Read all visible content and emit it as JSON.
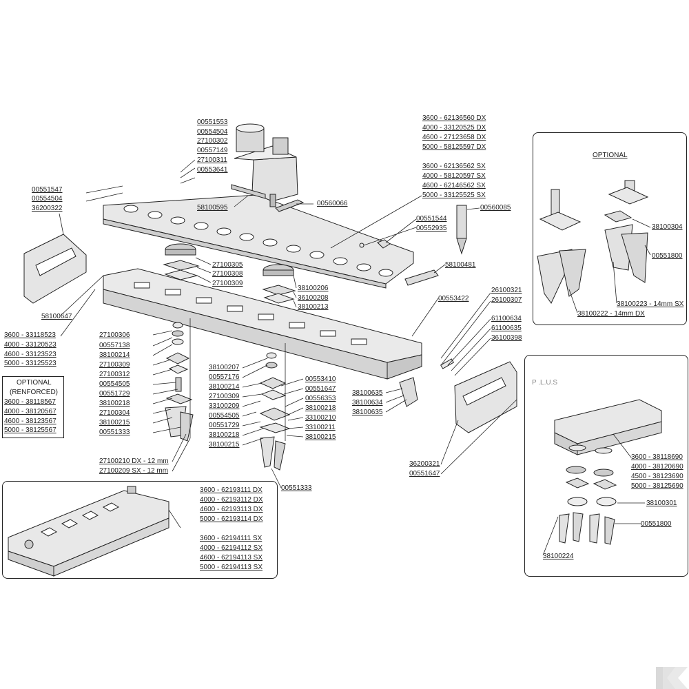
{
  "labels": {
    "l00551553": "00551553",
    "l00554504a": "00554504",
    "l27100302": "27100302",
    "l00557149": "00557149",
    "l27100311": "27100311",
    "l00553641": "00553641",
    "l00551547": "00551547",
    "l00554504b": "00554504",
    "l36200322": "36200322",
    "l58100595": "58100595",
    "l00560066": "00560066",
    "l00560085": "00560085",
    "l00551544": "00551544",
    "l00552935": "00552935",
    "l58100481": "58100481",
    "l27100305": "27100305",
    "l27100308": "27100308",
    "l27100309a": "27100309",
    "l38100206": "38100206",
    "l36100208": "36100208",
    "l38100213": "38100213",
    "l58100647": "58100647",
    "l00553422": "00553422",
    "l26100321": "26100321",
    "l26100307": "26100307",
    "l61100634": "61100634",
    "l61100635": "61100635",
    "l36100398": "36100398",
    "l27100306": "27100306",
    "l00557138": "00557138",
    "l38100214a": "38100214",
    "l27100309b": "27100309",
    "l27100312": "27100312",
    "l00554505a": "00554505",
    "l00551729a": "00551729",
    "l38100218a": "38100218",
    "l27100304": "27100304",
    "l38100215a": "38100215",
    "l00551333a": "00551333",
    "l38100207": "38100207",
    "l00557176": "00557176",
    "l38100214b": "38100214",
    "l27100309c": "27100309",
    "l33100209": "33100209",
    "l00554505b": "00554505",
    "l00551729b": "00551729",
    "l38100218b": "38100218",
    "l38100215b": "38100215",
    "l00553410": "00553410",
    "l00551647a": "00551647",
    "l00556353": "00556353",
    "l38100218c": "38100218",
    "l33100210": "33100210",
    "l33100211": "33100211",
    "l38100215c": "38100215",
    "l38100635a": "38100635",
    "l38100634": "38100634",
    "l38100635b": "38100635",
    "l27100210": "27100210 DX - 12 mm",
    "l27100209": "27100209 SX - 12 mm",
    "l00551333b": "00551333",
    "l36200321": "36200321",
    "l00551647b": "00551647",
    "l38100304": "38100304",
    "l00551800a": "00551800",
    "l38100223": "38100223 - 14mm SX",
    "l38100222": "38100222 - 14mm DX",
    "l38100301": "38100301",
    "l00551800b": "00551800",
    "l38100224": "38100224"
  },
  "gearbox_list": {
    "dx": [
      "3600 - 62136560 DX",
      "4000 - 33120525 DX",
      "4600 - 27123658 DX",
      "5000 - 58125597 DX"
    ],
    "sx": [
      "3600 - 62136562 SX",
      "4000 - 58120597 SX",
      "4600 - 62146562 SX",
      "5000 - 33125525 SX"
    ]
  },
  "frame_list": [
    "3600 - 33118523",
    "4000 - 33120523",
    "4600 - 33123523",
    "5000 - 33125523"
  ],
  "optional_reinforced": {
    "title_line1": "OPTIONAL",
    "title_line2": "(RENFORCED)",
    "items": [
      "3600 - 38118567",
      "4000 - 38120567",
      "4600 - 38123567",
      "5000 - 38125567"
    ]
  },
  "bar_list": {
    "dx": [
      "3600 - 62193111 DX",
      "4000 - 62193112 DX",
      "4600 - 62193113 DX",
      "5000 - 62193114 DX"
    ],
    "sx": [
      "3600 - 62194111 SX",
      "4000 - 62194112 SX",
      "4600 - 62194113 SX",
      "5000 - 62194113 SX"
    ]
  },
  "optional_box": {
    "title": "OPTIONAL"
  },
  "plus_box": {
    "title": "P  .L.U.S",
    "items": [
      "3600 - 38118690",
      "4000 - 38120690",
      "4500 - 38123690",
      "5000 - 38125690"
    ]
  },
  "colors": {
    "line": "#222222",
    "fill": "#e6e6e6",
    "shade": "#bdbdbd"
  },
  "logo": {
    "name": "brand-k-icon"
  }
}
